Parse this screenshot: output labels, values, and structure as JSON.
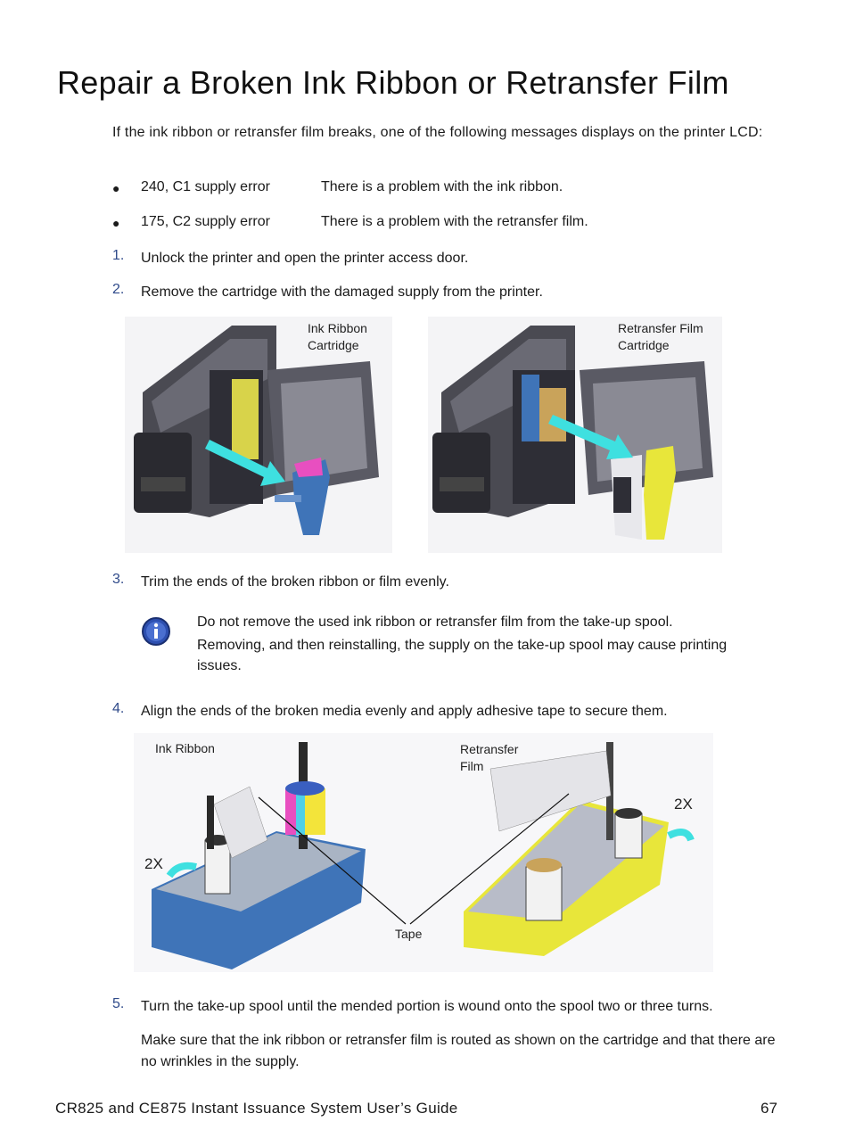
{
  "page": {
    "title": "Repair a Broken Ink Ribbon or Retransfer Film",
    "intro": "If the ink ribbon or retransfer film breaks, one of the following messages displays on the printer LCD:",
    "messages": [
      {
        "code": "240, C1 supply error",
        "desc": "There is a problem with the ink ribbon."
      },
      {
        "code": "175, C2 supply error",
        "desc": "There is a problem with the retransfer film."
      }
    ],
    "steps": [
      {
        "num": "1.",
        "text": "Unlock the printer and open the printer access door."
      },
      {
        "num": "2.",
        "text": "Remove the cartridge with the damaged supply from the printer."
      },
      {
        "num": "3.",
        "text": "Trim the ends of the broken ribbon or film evenly."
      },
      {
        "num": "4.",
        "text": "Align the ends of the broken media evenly and apply adhesive tape to secure them."
      },
      {
        "num": "5.",
        "text": "Turn the take-up spool until the mended portion is wound onto the spool two or three turns."
      }
    ],
    "step5_para": "Make sure that the ink ribbon or retransfer film is routed as shown on the cartridge and that there are no wrinkles in the supply.",
    "note": {
      "icon": "info-icon",
      "line1": "Do not remove the used ink ribbon or retransfer film from the take-up spool.",
      "line2": "Removing, and then reinstalling, the supply on the take-up spool may cause printing issues."
    },
    "figure1": {
      "label_left_1": "Ink Ribbon",
      "label_left_2": "Cartridge",
      "label_right_1": "Retransfer Film",
      "label_right_2": "Cartridge"
    },
    "figure2": {
      "label_ink": "Ink Ribbon",
      "label_retransfer_1": "Retransfer",
      "label_retransfer_2": "Film",
      "label_2x_left": "2X",
      "label_2x_right": "2X",
      "label_tape": "Tape"
    },
    "footer": {
      "title": "CR825 and CE875 Instant Issuance System User’s Guide",
      "page_number": "67"
    },
    "colors": {
      "step_number": "#2f4a8a",
      "arrow": "#3ee0e0",
      "ink_cartridge": "#3f74b8",
      "retransfer_cartridge": "#e8e63a",
      "printer_body": "#4a4a52"
    }
  }
}
